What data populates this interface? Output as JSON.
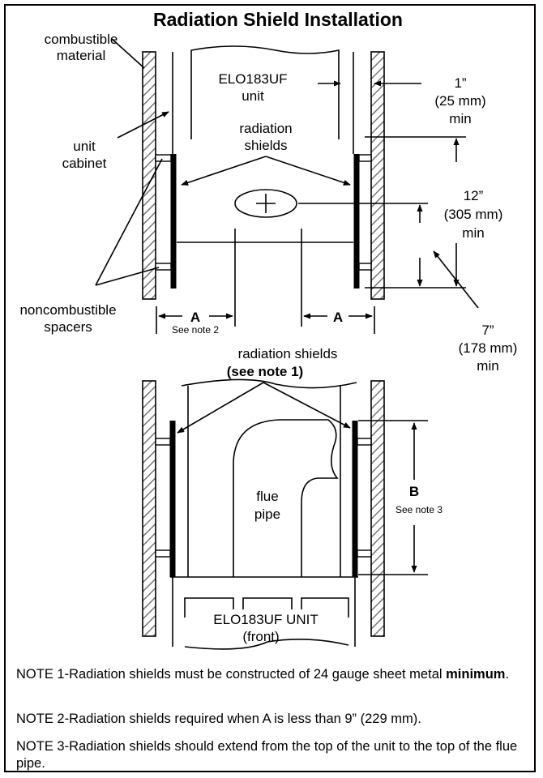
{
  "title": "Radiation Shield Installation",
  "top_view": {
    "combustible_material": [
      "combustible",
      "material"
    ],
    "unit_label": [
      "ELO183UF",
      "unit"
    ],
    "radiation_shields": [
      "radiation",
      "shields"
    ],
    "unit_cabinet": [
      "unit",
      "cabinet"
    ],
    "noncombustible_spacers": [
      "noncombustible",
      "spacers"
    ],
    "dim_1in": [
      "1”",
      "(25 mm)",
      "min"
    ],
    "dim_12in": [
      "12”",
      "(305 mm)",
      "min"
    ],
    "dim_7in": [
      "7”",
      "(178 mm)",
      "min"
    ],
    "dim_a": "A",
    "see_note_2": "See note 2"
  },
  "front_view": {
    "radiation_shields": "radiation shields",
    "see_note_1": "(see note 1)",
    "flue_pipe": [
      "flue",
      "pipe"
    ],
    "dim_b": "B",
    "see_note_3": "See note 3",
    "unit_label": "ELO183UF UNIT",
    "front": "(front)"
  },
  "notes": {
    "note1_text": "NOTE 1-Radiation shields must be constructed of 24 gauge sheet metal ",
    "note1_bold": "minimum",
    "note1_end": ".",
    "note2": "NOTE 2-Radiation shields required when A is less than 9” (229 mm).",
    "note3": "NOTE 3-Radiation shields should extend from the top of the unit to the top of the flue pipe."
  }
}
